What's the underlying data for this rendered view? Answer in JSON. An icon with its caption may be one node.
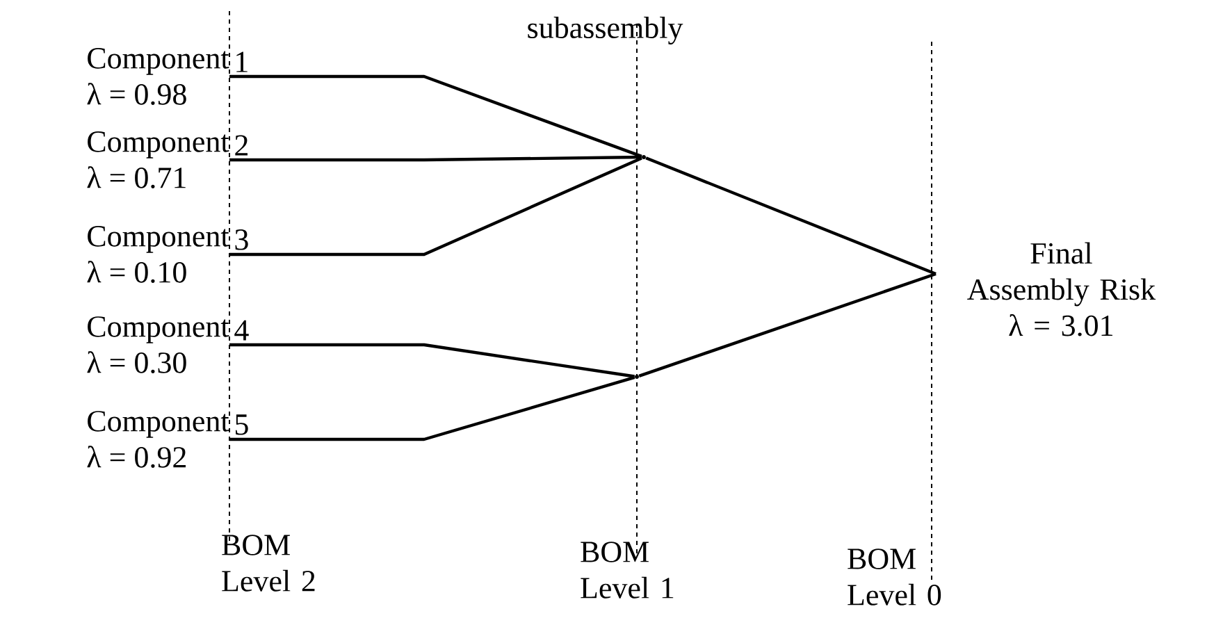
{
  "diagram": {
    "nodes": [
      {
        "text": [
          "Component",
          "λ = 0.98"
        ],
        "beside": [
          "1"
        ]
      },
      {
        "text": [
          "Component",
          "λ = 0.71"
        ],
        "beside": [
          "2"
        ]
      },
      {
        "text": [
          "Component",
          "λ = 0.10"
        ],
        "beside": [
          "3"
        ]
      },
      {
        "text": [
          "Component",
          "λ = 0.30"
        ],
        "beside": [
          "4"
        ]
      },
      {
        "text": [
          "Component",
          "λ = 0.92"
        ],
        "beside": [
          "5"
        ]
      },
      {
        "text": [],
        "shape": "point"
      },
      {
        "text": [],
        "shape": "point"
      },
      {
        "text": [
          "Final Assembly Risk",
          "λ = 3.01"
        ]
      }
    ],
    "edges": [
      {
        "from": 0,
        "to": 5,
        "arrow": "none"
      },
      {
        "from": 1,
        "to": 5,
        "arrow": "none"
      },
      {
        "from": 2,
        "to": 5,
        "arrow": "none"
      },
      {
        "from": 3,
        "to": 6,
        "arrow": "none"
      },
      {
        "from": 4,
        "to": 6,
        "arrow": "none"
      },
      {
        "from": 5,
        "to": 7,
        "arrow": "none"
      },
      {
        "from": 6,
        "to": 7,
        "arrow": "none"
      }
    ],
    "labels": [
      "subassembly",
      "BOM Level 2",
      "BOM Level 1",
      "BOM Level 0"
    ]
  }
}
